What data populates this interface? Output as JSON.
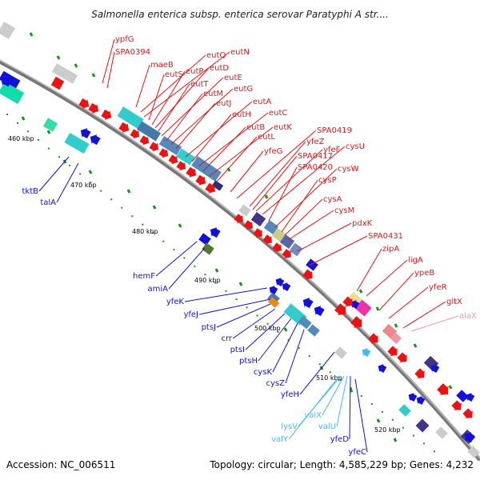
{
  "title": "Salmonella enterica subsp. enterica serovar Paratyphi A str....",
  "footer": {
    "accession": "Accession: NC_006511",
    "topology": "Topology: circular; Length: 4,585,229 bp; Genes: 4,232"
  },
  "colors": {
    "red": "#ee1111",
    "blue": "#1111dd",
    "cyan": "#33cccc",
    "green": "#119911",
    "pink": "#ee99aa",
    "lightblue": "#44bbee"
  },
  "ticks": [
    "460 kbp",
    "470 kbp",
    "480 kbp",
    "490 kbp",
    "500 kbp",
    "510 kbp",
    "520 kbp"
  ],
  "genes": [
    {
      "name": "ypfG",
      "color": "red"
    },
    {
      "name": "SPA0394",
      "color": "red"
    },
    {
      "name": "maeB",
      "color": "red"
    },
    {
      "name": "eutQ",
      "color": "red"
    },
    {
      "name": "eutN",
      "color": "red"
    },
    {
      "name": "eutS",
      "color": "red"
    },
    {
      "name": "eutP",
      "color": "red"
    },
    {
      "name": "eutD",
      "color": "red"
    },
    {
      "name": "eutT",
      "color": "red"
    },
    {
      "name": "eutE",
      "color": "red"
    },
    {
      "name": "eutM",
      "color": "red"
    },
    {
      "name": "eutG",
      "color": "red"
    },
    {
      "name": "eutJ",
      "color": "red"
    },
    {
      "name": "eutA",
      "color": "red"
    },
    {
      "name": "eutH",
      "color": "red"
    },
    {
      "name": "eutC",
      "color": "red"
    },
    {
      "name": "eutB",
      "color": "red"
    },
    {
      "name": "eutK",
      "color": "red"
    },
    {
      "name": "eutL",
      "color": "red"
    },
    {
      "name": "SPA0419",
      "color": "red"
    },
    {
      "name": "yfeG",
      "color": "red"
    },
    {
      "name": "yfeZ",
      "color": "red"
    },
    {
      "name": "yfeF",
      "color": "red"
    },
    {
      "name": "cysU",
      "color": "red"
    },
    {
      "name": "SPA0417",
      "color": "red"
    },
    {
      "name": "SPA0420",
      "color": "red"
    },
    {
      "name": "cysW",
      "color": "red"
    },
    {
      "name": "cysP",
      "color": "red"
    },
    {
      "name": "cysA",
      "color": "red"
    },
    {
      "name": "cysM",
      "color": "red"
    },
    {
      "name": "pdxK",
      "color": "red"
    },
    {
      "name": "SPA0431",
      "color": "red"
    },
    {
      "name": "zipA",
      "color": "red"
    },
    {
      "name": "ligA",
      "color": "red"
    },
    {
      "name": "ypeB",
      "color": "red"
    },
    {
      "name": "yfeR",
      "color": "red"
    },
    {
      "name": "gltX",
      "color": "red"
    },
    {
      "name": "alaX",
      "color": "pink"
    },
    {
      "name": "tktB",
      "color": "blue"
    },
    {
      "name": "talA",
      "color": "blue"
    },
    {
      "name": "hemF",
      "color": "blue"
    },
    {
      "name": "amiA",
      "color": "blue"
    },
    {
      "name": "yfeK",
      "color": "blue"
    },
    {
      "name": "yfeJ",
      "color": "blue"
    },
    {
      "name": "ptsJ",
      "color": "blue"
    },
    {
      "name": "crr",
      "color": "blue"
    },
    {
      "name": "ptsI",
      "color": "blue"
    },
    {
      "name": "ptsH",
      "color": "blue"
    },
    {
      "name": "cysK",
      "color": "blue"
    },
    {
      "name": "cysZ",
      "color": "blue"
    },
    {
      "name": "yfeH",
      "color": "blue"
    },
    {
      "name": "lysV",
      "color": "lightblue"
    },
    {
      "name": "valX",
      "color": "lightblue"
    },
    {
      "name": "valU",
      "color": "lightblue"
    },
    {
      "name": "valY",
      "color": "lightblue"
    },
    {
      "name": "yfeD",
      "color": "blue"
    },
    {
      "name": "yfeC",
      "color": "blue"
    }
  ]
}
